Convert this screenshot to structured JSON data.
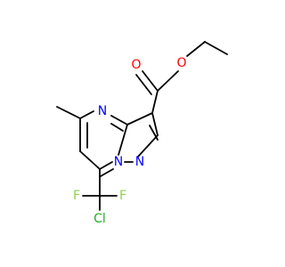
{
  "molecule": {
    "atom_labels": {
      "ester_carbonyl_o": "O",
      "ester_ether_o": "O",
      "pyrimidine_n": "N",
      "bridgehead_n": "N",
      "pyrazole_n": "N",
      "fluorine_left": "F",
      "fluorine_right": "F",
      "chlorine": "Cl"
    },
    "colors": {
      "oxygen": "#ff0000",
      "nitrogen": "#0000ff",
      "fluorine": "#90d050",
      "chlorine": "#20b020",
      "bond": "#000000"
    }
  }
}
